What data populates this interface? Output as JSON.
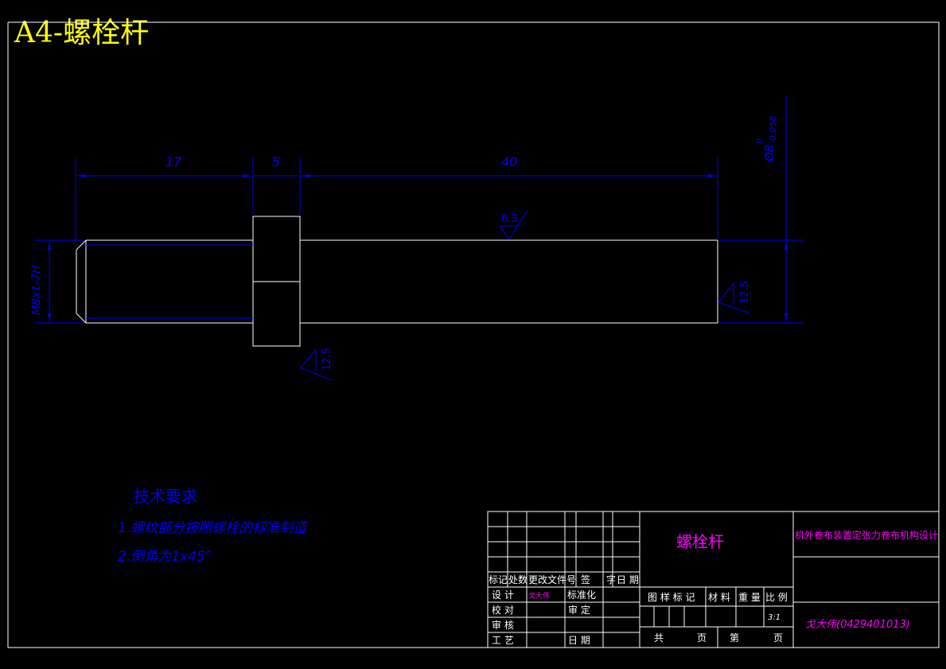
{
  "sheet_title": "A4-螺栓杆",
  "colors": {
    "background": "#000000",
    "outline": "#ffffff",
    "dimension": "#0000ff",
    "title_text": "#ffff00",
    "highlight_text": "#ff00ff"
  },
  "dimensions": {
    "thread_length": "17",
    "collar_width": "5",
    "shaft_length": "40",
    "thread_spec": "M8x1-7H",
    "diameter_base": "Ø8",
    "diameter_upper_tol": "0",
    "diameter_lower_tol": "-0.058"
  },
  "roughness": {
    "top_surface": "6.3",
    "end_face": "12.5",
    "collar_face": "12.5"
  },
  "technical_requirements": {
    "heading": "技术要求",
    "items": [
      "1.螺纹部分按照螺栓的标准制造",
      "2.倒角为1x45°"
    ]
  },
  "title_block": {
    "part_name": "螺栓杆",
    "project_title": "机外卷布装置定张力卷布机构设计",
    "designer": "戈大伟(0429401013)",
    "designer_sign": "戈大伟",
    "scale": "3:1",
    "rev_headers": [
      "标记",
      "处数",
      "更改文件号",
      "签",
      "字",
      "日 期"
    ],
    "sig_rows": [
      {
        "label": "设 计",
        "label2": "标准化"
      },
      {
        "label": "校 对",
        "label2": "审 定"
      },
      {
        "label": "审 核",
        "label2": ""
      },
      {
        "label": "工 艺",
        "label2": "日 期"
      }
    ],
    "attr_headers": [
      "图 样 标 记",
      "材 料",
      "重 量",
      "比 例"
    ],
    "sheet_count": {
      "total_label": "共",
      "page_label": "页",
      "nth_label": "第",
      "page_label2": "页"
    }
  }
}
